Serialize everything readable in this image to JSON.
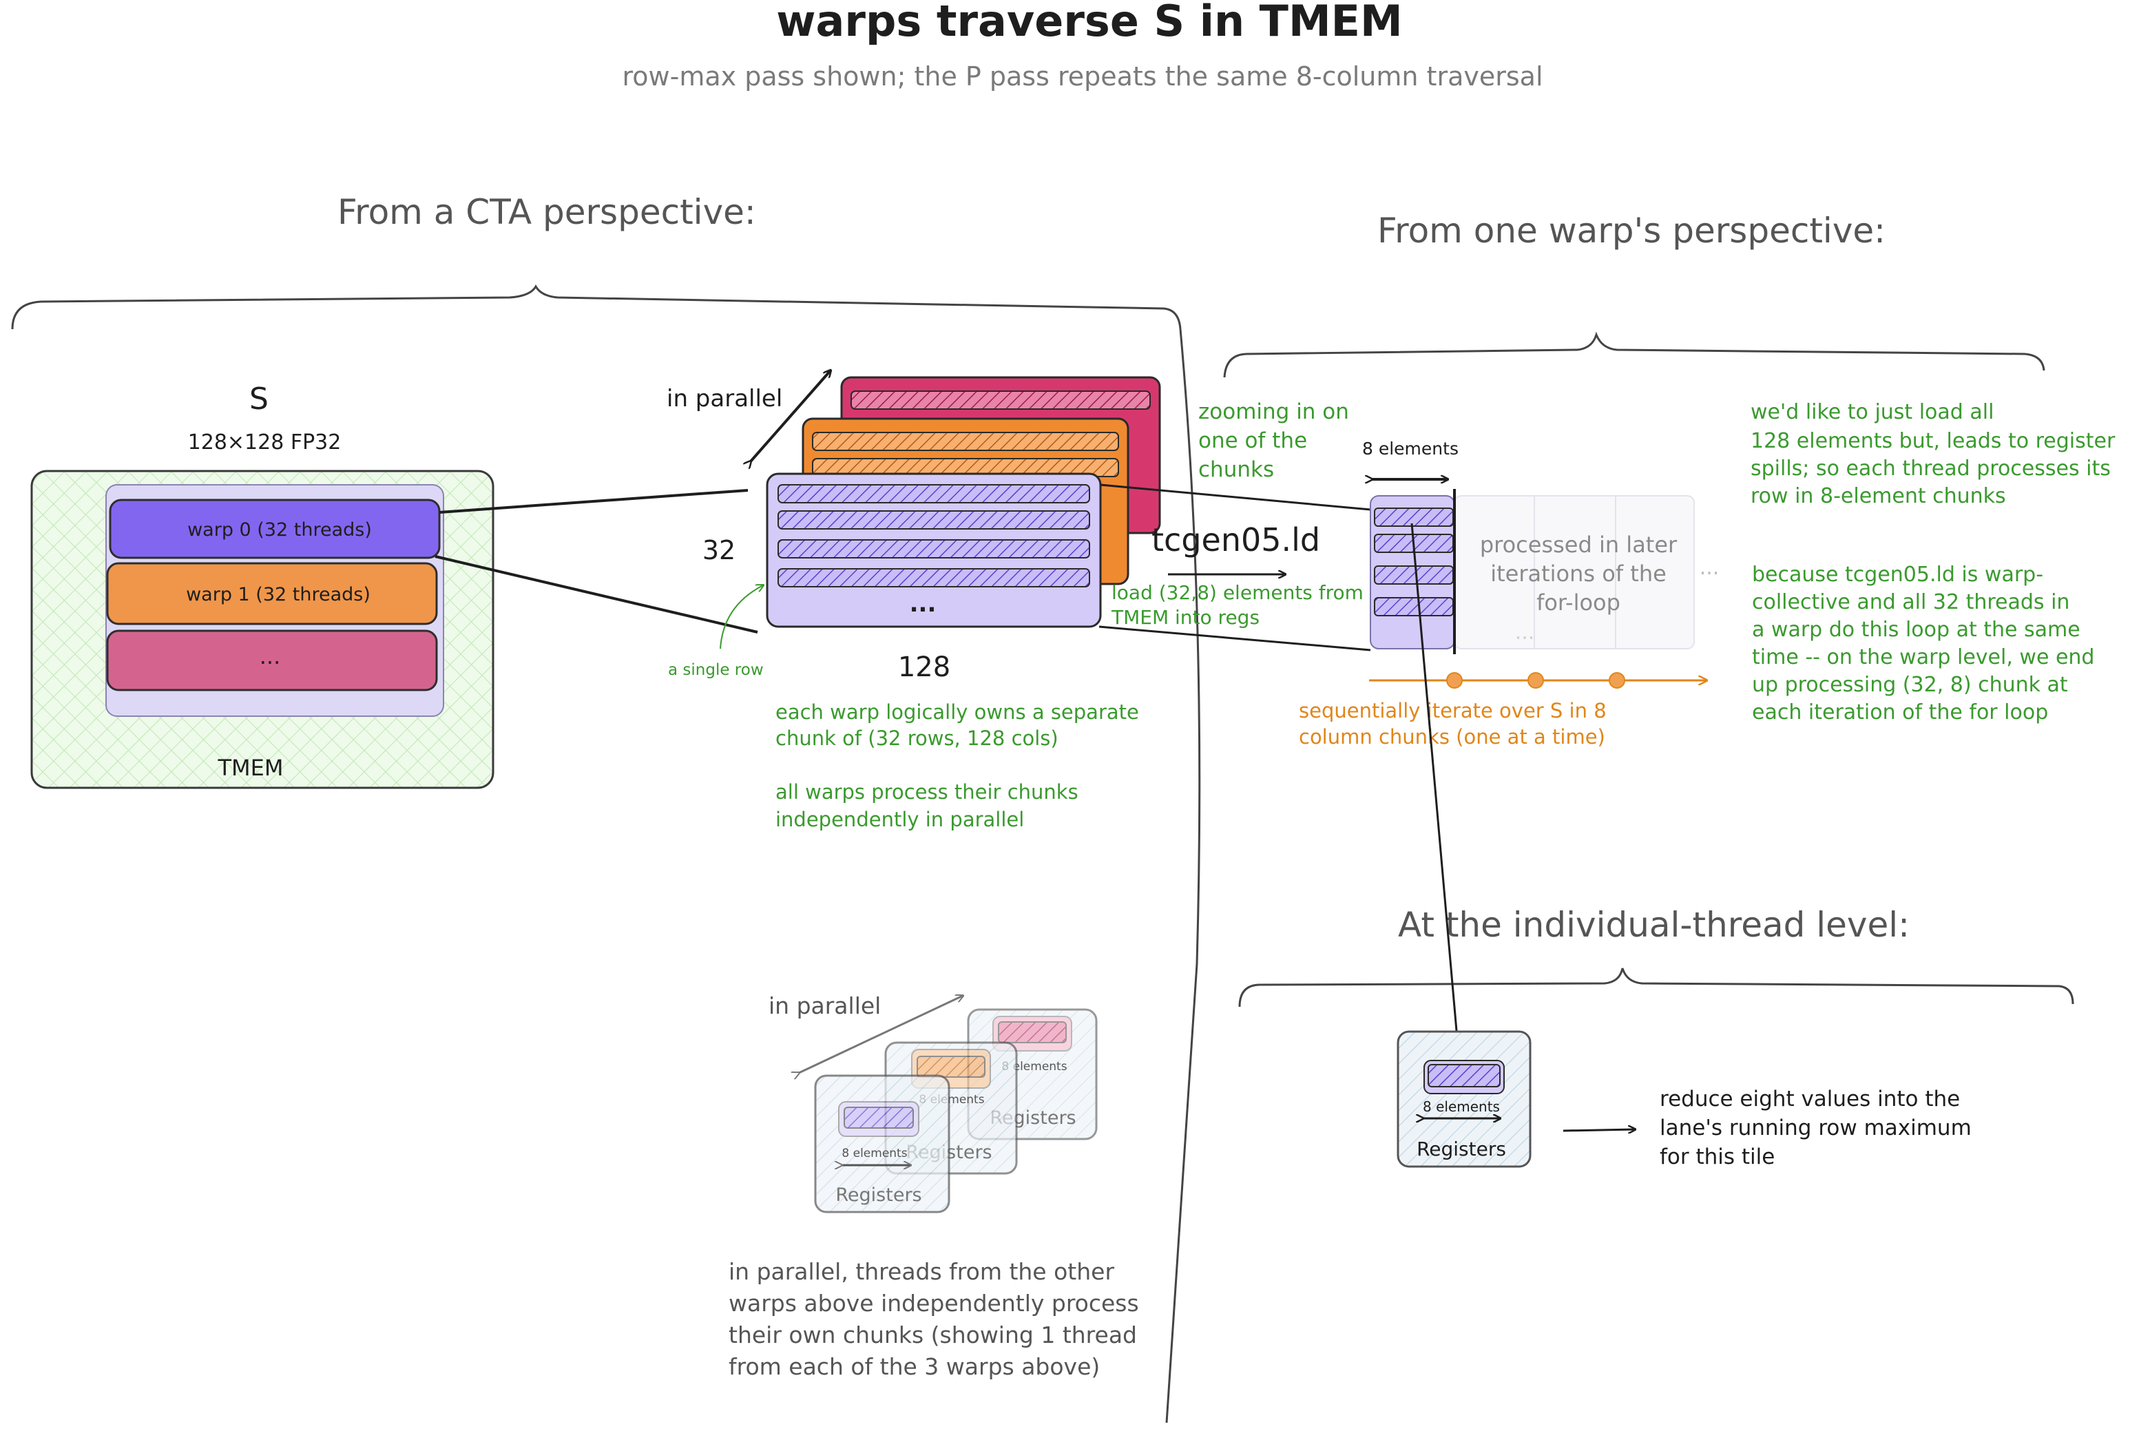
{
  "title": "warps traverse S in TMEM",
  "subtitle": "row-max pass shown; the P pass repeats the same 8-column traversal",
  "cta_section": {
    "heading": "From a CTA perspective:",
    "tensor_name": "S",
    "tensor_shape": "128×128 FP32",
    "warps": [
      "warp 0 (32 threads)",
      "warp 1 (32 threads)",
      "..."
    ],
    "memory_label": "TMEM"
  },
  "chunk_view": {
    "in_parallel": "in parallel",
    "rows_dim": "32",
    "cols_dim": "128",
    "ellipsis": "...",
    "single_row": "a single row",
    "notes": [
      "each warp logically owns a separate",
      "chunk of (32 rows, 128 cols)",
      "all warps process their chunks",
      "independently in parallel"
    ]
  },
  "zoom_note": [
    "zooming in on",
    "one of the",
    "chunks"
  ],
  "load_op": {
    "name": "tcgen05.ld",
    "desc": [
      "load (32,8) elements from",
      "TMEM into regs"
    ]
  },
  "warp_section": {
    "heading": "From one warp's perspective:",
    "eight_elements": "8 elements",
    "later_note": [
      "processed in later",
      "iterations of the",
      "for-loop"
    ],
    "ellipsis": "...",
    "iterate_note": [
      "sequentially iterate over S in 8",
      "column chunks (one at a time)"
    ],
    "spill_note": [
      "we'd like to just load all",
      "128 elements but, leads to register",
      "spills; so each thread processes its",
      "row in 8-element chunks"
    ],
    "collective_note": [
      "because tcgen05.ld is warp-",
      "collective and all 32 threads in",
      "a warp do this loop at the same",
      "time -- on the warp level, we end",
      "up processing (32, 8) chunk at",
      "each iteration of the for loop"
    ]
  },
  "threads_group": {
    "in_parallel": "in parallel",
    "cards": [
      {
        "registers": "Registers",
        "elements": "8 elements"
      },
      {
        "registers": "Registers",
        "elements": "8 elements"
      },
      {
        "registers": "Registers",
        "elements": "8 elements"
      }
    ],
    "note": [
      "in parallel, threads from the other",
      "warps above independently process",
      "their own chunks (showing 1 thread",
      "from each of the 3 warps above)"
    ]
  },
  "thread_section": {
    "heading": "At the individual-thread level:",
    "registers": "Registers",
    "eight_elements": "8 elements",
    "reduce_note": [
      "reduce eight values into the",
      "lane's running row maximum",
      "for this tile"
    ]
  },
  "colors": {
    "purple": "#7c5cf0",
    "purple_light": "#d4cbf8",
    "orange": "#f08a30",
    "pink": "#d6386e",
    "green_text": "#3a9a2e",
    "orange_text": "#e0861a"
  }
}
